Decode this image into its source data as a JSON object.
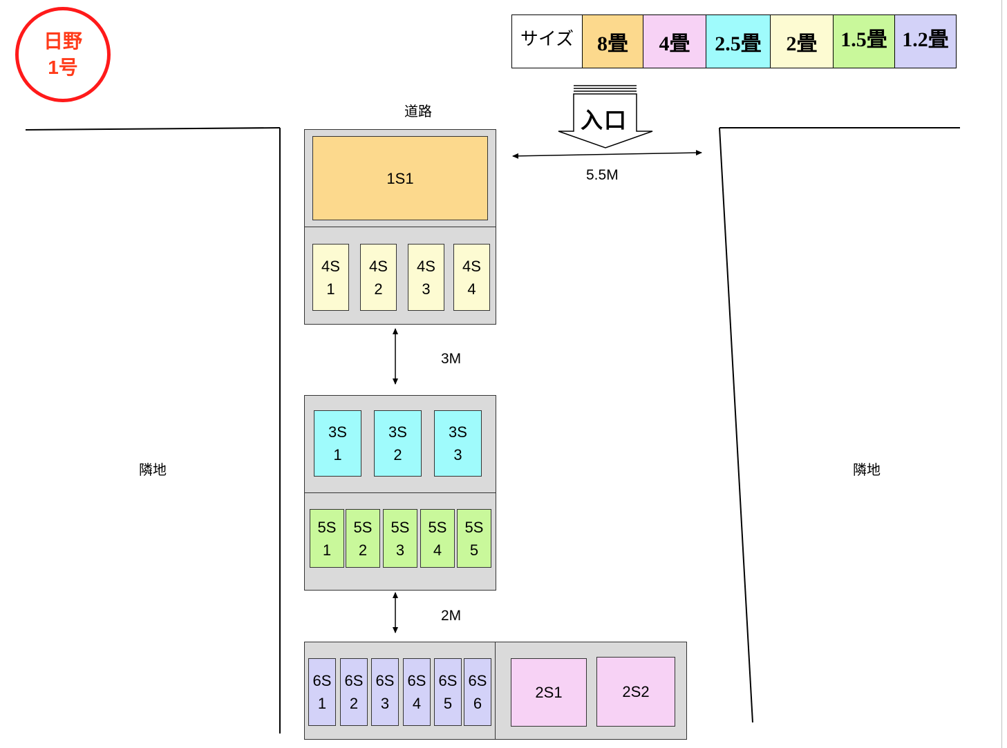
{
  "badge": {
    "line1": "日野",
    "line2": "1号",
    "color": "#ff1a1a"
  },
  "legend": [
    {
      "label": "サイズ",
      "color": "#ffffff"
    },
    {
      "label": "8畳",
      "color": "#fcd98d"
    },
    {
      "label": "4畳",
      "color": "#f7d2f5"
    },
    {
      "label": "2.5畳",
      "color": "#9ffbfc"
    },
    {
      "label": "2畳",
      "color": "#fdfbd2"
    },
    {
      "label": "1.5畳",
      "color": "#c9f89b"
    },
    {
      "label": "1.2畳",
      "color": "#d3d2f8"
    }
  ],
  "labels": {
    "road": "道路",
    "entrance": "入口",
    "neighbor_left": "隣地",
    "neighbor_right": "隣地"
  },
  "dimensions": {
    "road_width": "5.5M",
    "aisle_1": "3M",
    "aisle_2": "2M"
  },
  "units": {
    "u1S1": "1S1",
    "u4S1": "4S\n1",
    "u4S2": "4S\n2",
    "u4S3": "4S\n3",
    "u4S4": "4S\n4",
    "u3S1": "3S\n1",
    "u3S2": "3S\n2",
    "u3S3": "3S\n3",
    "u5S1": "5S\n1",
    "u5S2": "5S\n2",
    "u5S3": "5S\n3",
    "u5S4": "5S\n4",
    "u5S5": "5S\n5",
    "u6S1": "6S\n1",
    "u6S2": "6S\n2",
    "u6S3": "6S\n3",
    "u6S4": "6S\n4",
    "u6S5": "6S\n5",
    "u6S6": "6S\n6",
    "u2S1": "2S1",
    "u2S2": "2S2"
  }
}
